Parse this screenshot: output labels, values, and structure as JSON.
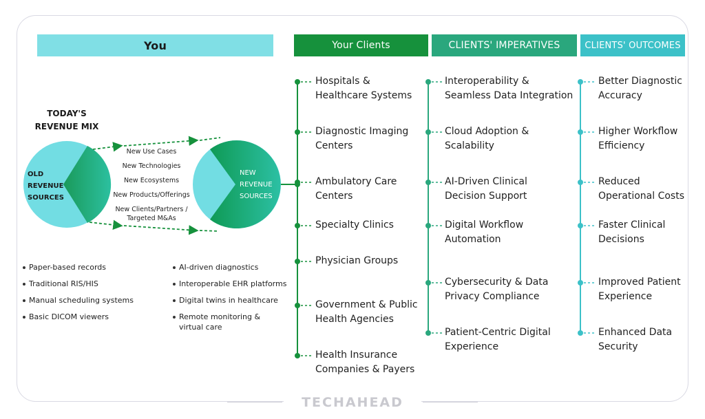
{
  "headers": {
    "you": "You",
    "clients": "Your Clients",
    "imperatives": "CLIENTS' IMPERATIVES",
    "outcomes": "CLIENTS' OUTCOMES"
  },
  "revenue_mix": {
    "title_line1": "TODAY'S",
    "title_line2": "REVENUE MIX",
    "old_line1": "OLD",
    "old_line2": "REVENUE",
    "old_line3": "SOURCES",
    "new_line1": "NEW",
    "new_line2": "REVENUE",
    "new_line3": "SOURCES"
  },
  "transitions": [
    "New Use Cases",
    "New Technologies",
    "New Ecosystems",
    "New Products/Offerings",
    "New Clients/Partners /",
    "Targeted M&As"
  ],
  "old_items": [
    "Paper-based records",
    "Traditional RIS/HIS",
    "Manual scheduling systems",
    "Basic DICOM viewers"
  ],
  "new_items": [
    "AI-driven diagnostics",
    "Interoperable EHR platforms",
    "Digital twins in healthcare",
    "Remote monitoring &",
    "virtual care"
  ],
  "clients": [
    [
      "Hospitals &",
      "Healthcare Systems"
    ],
    [
      "Diagnostic Imaging",
      "Centers"
    ],
    [
      "Ambulatory Care",
      "Centers"
    ],
    [
      "Specialty Clinics"
    ],
    [
      "Physician Groups"
    ],
    [
      "Government & Public",
      "Health Agencies"
    ],
    [
      "Health Insurance",
      "Companies & Payers"
    ]
  ],
  "imperatives": [
    [
      "Interoperability &",
      "Seamless Data Integration"
    ],
    [
      "Cloud Adoption &",
      "Scalability"
    ],
    [
      "AI-Driven Clinical",
      "Decision Support"
    ],
    [
      "Digital Workflow",
      "Automation"
    ],
    [
      "Cybersecurity & Data",
      "Privacy Compliance"
    ],
    [
      "Patient-Centric Digital",
      "Experience"
    ]
  ],
  "outcomes": [
    [
      "Better Diagnostic",
      "Accuracy"
    ],
    [
      "Higher Workflow",
      "Efficiency"
    ],
    [
      "Reduced",
      "Operational Costs"
    ],
    [
      "Faster Clinical",
      "Decisions"
    ],
    [
      "Improved Patient",
      "Experience"
    ],
    [
      "Enhanced Data",
      "Security"
    ]
  ],
  "brand": "TECHAHEAD",
  "colors": {
    "you_header": "#80dfe5",
    "clients_green": "#16913c",
    "imperatives_green": "#2aa77d",
    "outcomes_teal": "#3cc1c8",
    "circle_light": "#72dde3",
    "wedge_dark": "#16a06a"
  }
}
